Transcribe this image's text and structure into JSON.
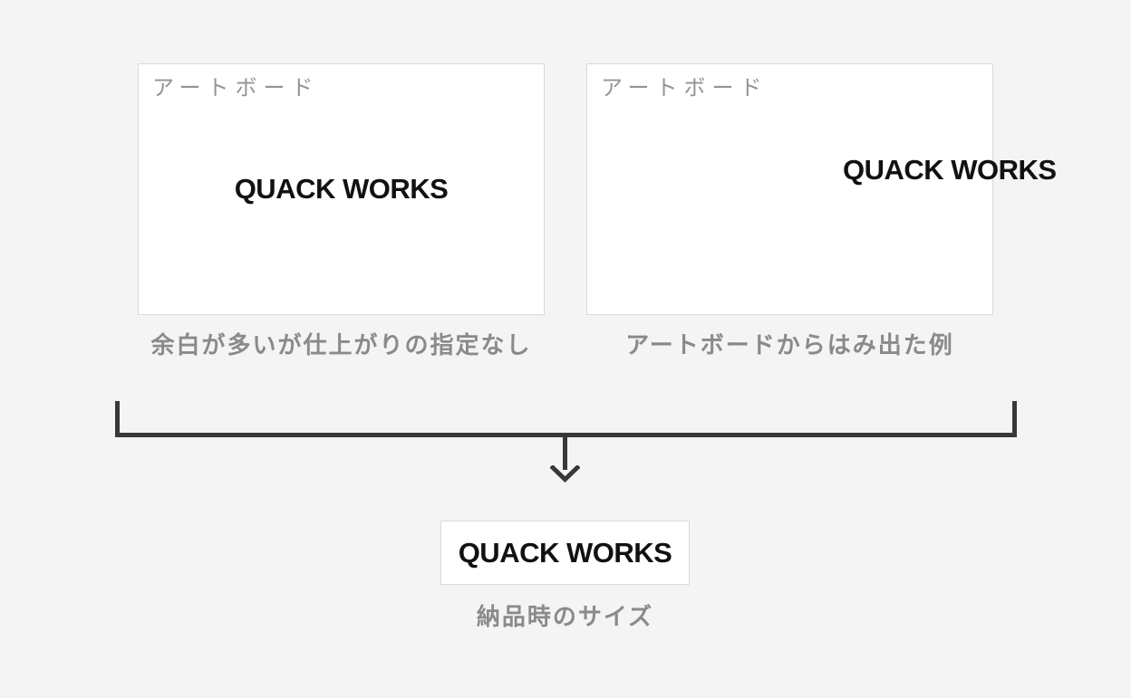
{
  "diagram": {
    "type": "logo-delivery-size-explainer",
    "colors": {
      "page_background": "#f4f4f4",
      "artboard_background": "#ffffff",
      "artboard_border": "#d9d9d9",
      "label_gray": "#949494",
      "caption_gray": "#8a8a8a",
      "logo_black": "#111111",
      "connector_dark": "#38383b"
    },
    "artboards": {
      "left": {
        "label": "アートボード",
        "logo_text": "QUACK WORKS",
        "caption": "余白が多いが仕上がりの指定なし"
      },
      "right": {
        "label": "アートボード",
        "logo_text": "QUACK WORKS",
        "caption": "アートボードからはみ出た例"
      }
    },
    "connector": {
      "icon": "down-arrow-icon"
    },
    "result": {
      "logo_text": "QUACK WORKS",
      "caption": "納品時のサイズ"
    }
  }
}
